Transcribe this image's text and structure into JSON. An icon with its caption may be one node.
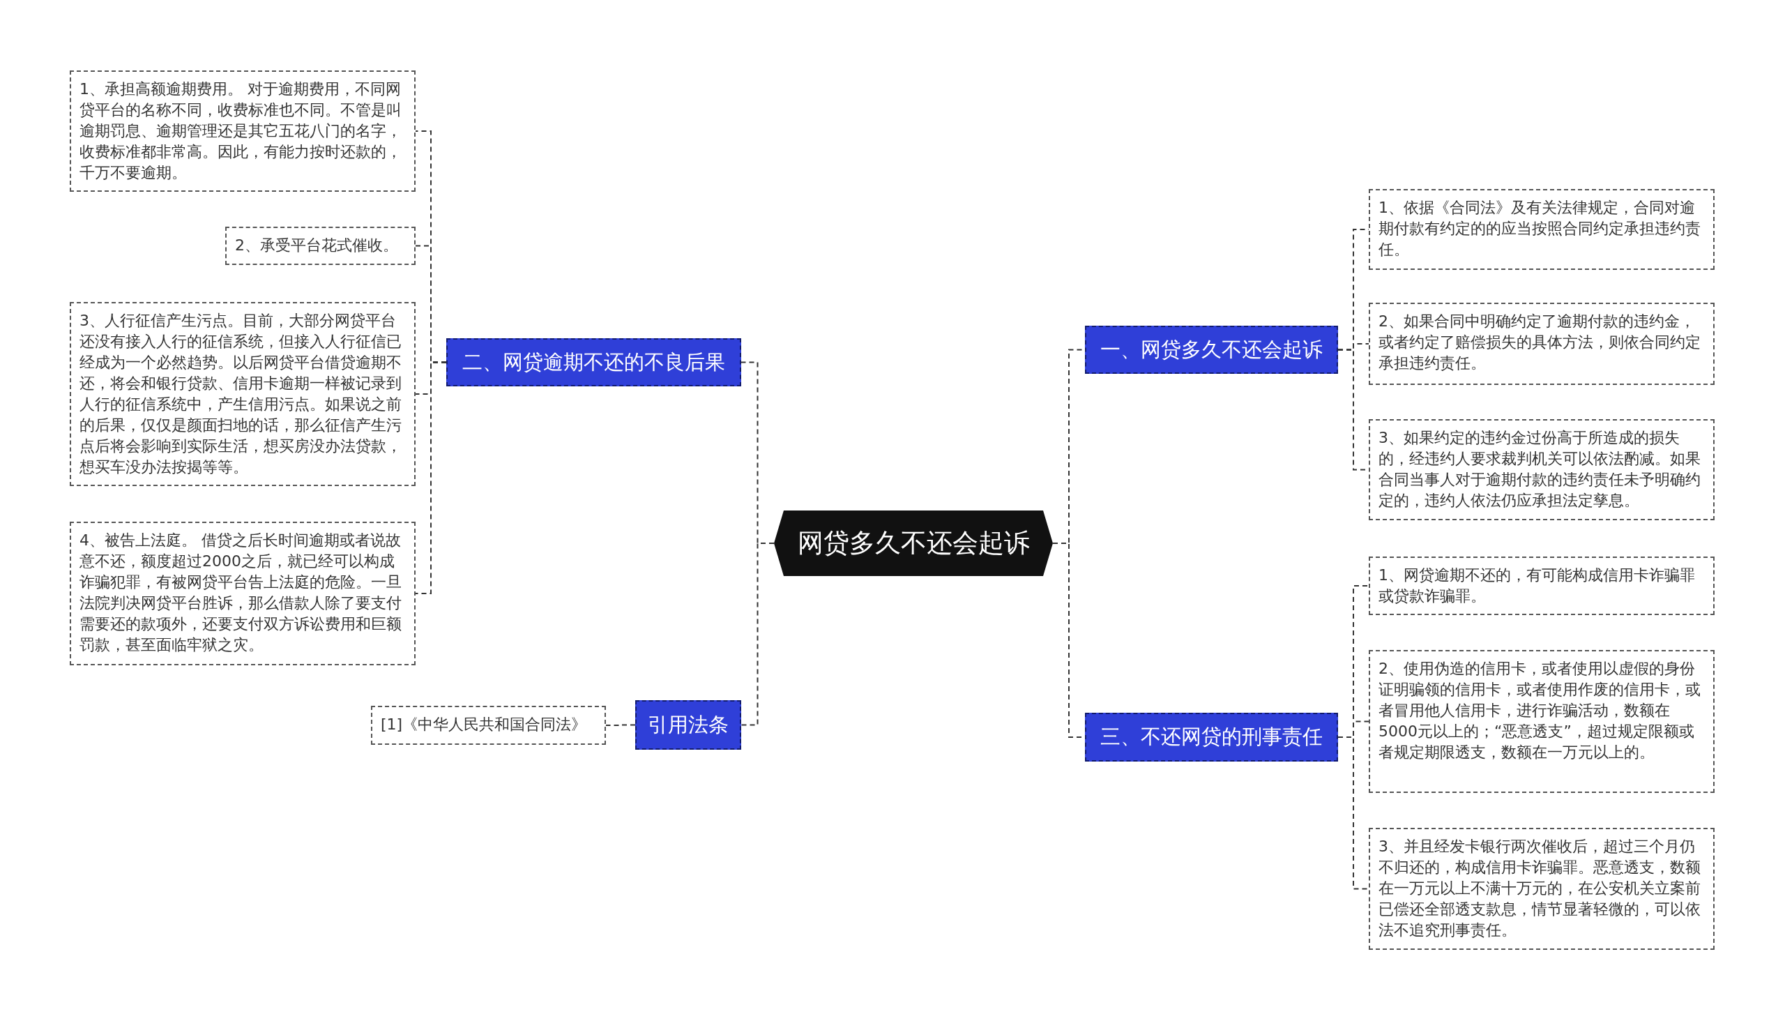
{
  "diagram": {
    "nodes": [
      {
        "text": [
          "网贷多久不还会起诉"
        ]
      },
      {
        "text": [
          "二、网贷逾期不还的不良后果"
        ]
      },
      {
        "text": [
          "1、承担高额逾期费用。 对于逾期费用，不同网贷平台的名称不同，收费标准也不同。不管是叫逾期罚息、逾期管理还是其它五花八门的名字，收费标准都非常高。因此，有能力按时还款的，千万不要逾期。"
        ]
      },
      {
        "text": [
          "2、承受平台花式催收。"
        ]
      },
      {
        "text": [
          "3、人行征信产生污点。目前，大部分网贷平台还没有接入人行的征信系统，但接入人行征信已经成为一个必然趋势。以后网贷平台借贷逾期不还，将会和银行贷款、信用卡逾期一样被记录到人行的征信系统中，产生信用污点。如果说之前的后果，仅仅是颜面扫地的话，那么征信产生污点后将会影响到实际生活，想买房没办法贷款，想买车没办法按揭等等。"
        ]
      },
      {
        "text": [
          "4、被告上法庭。 借贷之后长时间逾期或者说故意不还，额度超过2000之后，就已经可以构成诈骗犯罪，有被网贷平台告上法庭的危险。一旦法院判决网贷平台胜诉，那么借款人除了要支付需要还的款项外，还要支付双方诉讼费用和巨额罚款，甚至面临牢狱之灾。"
        ]
      },
      {
        "text": [
          "引用法条"
        ]
      },
      {
        "text": [
          "[1]《中华人民共和国合同法》"
        ]
      },
      {
        "text": [
          "一、网贷多久不还会起诉"
        ]
      },
      {
        "text": [
          "1、依据《合同法》及有关法律规定，合同对逾期付款有约定的的应当按照合同约定承担违约责任。"
        ]
      },
      {
        "text": [
          "2、如果合同中明确约定了逾期付款的违约金，或者约定了赔偿损失的具体方法，则依合同约定承担违约责任。"
        ]
      },
      {
        "text": [
          "3、如果约定的违约金过份高于所造成的损失的，经违约人要求裁判机关可以依法酌减。如果合同当事人对于逾期付款的违约责任未予明确约定的，违约人依法仍应承担法定孳息。"
        ]
      },
      {
        "text": [
          "三、不还网贷的刑事责任"
        ]
      },
      {
        "text": [
          "1、网贷逾期不还的，有可能构成信用卡诈骗罪或贷款诈骗罪。"
        ]
      },
      {
        "text": [
          "2、使用伪造的信用卡，或者使用以虚假的身份证明骗领的信用卡，或者使用作废的信用卡，或者冒用他人信用卡，进行诈骗活动，数额在5000元以上的；“恶意透支”，超过规定限额或者规定期限透支，数额在一万元以上的。"
        ]
      },
      {
        "text": [
          "3、并且经发卡银行两次催收后，超过三个月仍不归还的，构成信用卡诈骗罪。恶意透支，数额在一万元以上不满十万元的，在公安机关立案前已偿还全部透支款息，情节显著轻微的，可以依法不追究刑事责任。"
        ]
      }
    ],
    "edges": [
      {
        "from": 0,
        "to": 1,
        "arrow": "none",
        "style": "dashed"
      },
      {
        "from": 1,
        "to": 2,
        "arrow": "none",
        "style": "dashed"
      },
      {
        "from": 1,
        "to": 3,
        "arrow": "none",
        "style": "dashed"
      },
      {
        "from": 1,
        "to": 4,
        "arrow": "none",
        "style": "dashed"
      },
      {
        "from": 1,
        "to": 5,
        "arrow": "none",
        "style": "dashed"
      },
      {
        "from": 0,
        "to": 6,
        "arrow": "none",
        "style": "dashed"
      },
      {
        "from": 6,
        "to": 7,
        "arrow": "none",
        "style": "dashed"
      },
      {
        "from": 0,
        "to": 8,
        "arrow": "none",
        "style": "dashed"
      },
      {
        "from": 8,
        "to": 9,
        "arrow": "none",
        "style": "dashed"
      },
      {
        "from": 8,
        "to": 10,
        "arrow": "none",
        "style": "dashed"
      },
      {
        "from": 8,
        "to": 11,
        "arrow": "none",
        "style": "dashed"
      },
      {
        "from": 0,
        "to": 12,
        "arrow": "none",
        "style": "dashed"
      },
      {
        "from": 12,
        "to": 13,
        "arrow": "none",
        "style": "dashed"
      },
      {
        "from": 12,
        "to": 14,
        "arrow": "none",
        "style": "dashed"
      },
      {
        "from": 12,
        "to": 15,
        "arrow": "none",
        "style": "dashed"
      }
    ]
  }
}
